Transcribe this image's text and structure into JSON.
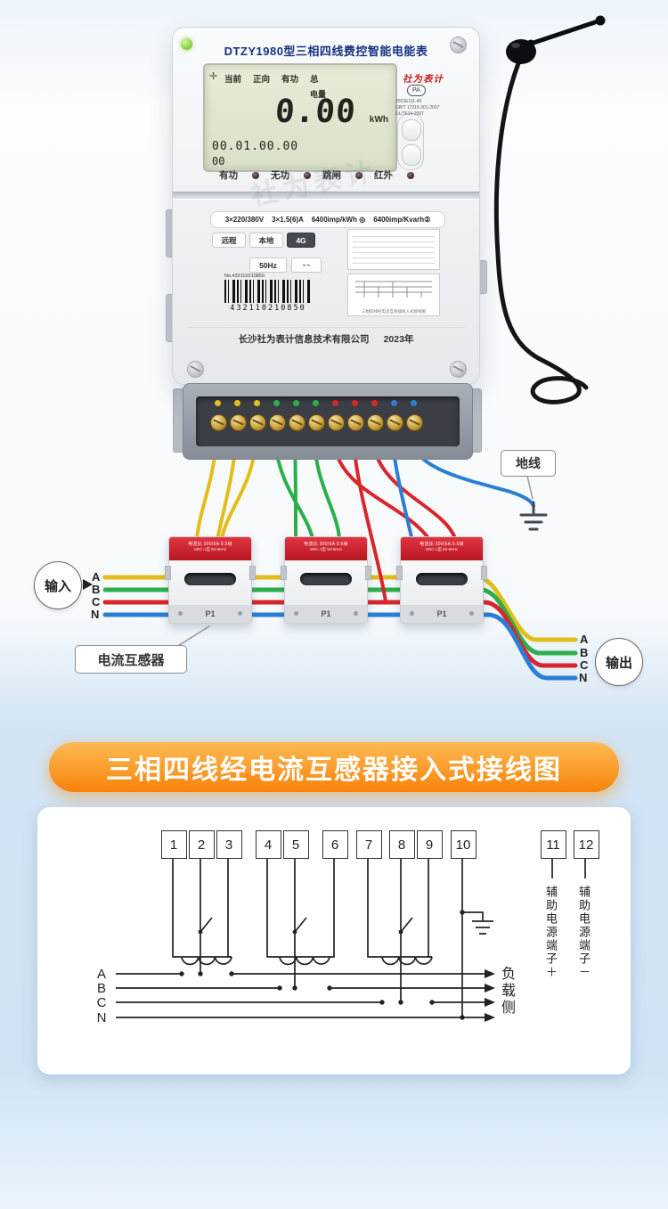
{
  "meter": {
    "title": "DTZY1980型三相四线费控智能电能表",
    "brand_red": "社为表计",
    "watermark": "社为表计",
    "lcd": {
      "status_labels": [
        "当前",
        "正向",
        "有功",
        "总"
      ],
      "energy_caption": "电量",
      "main_value": "0.00",
      "unit": "kWh",
      "date_value": "00.01.00.00",
      "sub_value": "00"
    },
    "cert": {
      "mark": "PA",
      "lines": [
        "2021E111-40",
        "GB/T 17215.301-2007",
        "DL/T614-2007"
      ]
    },
    "indicators": [
      "有功",
      "无功",
      "跳闸",
      "红外"
    ],
    "spec_items": [
      "3×220/380V",
      "3×1.5(6)A",
      "6400imp/kWh ◎",
      "6400imp/Kvarh②"
    ],
    "comm_badges": [
      "远程",
      "本地",
      "4G"
    ],
    "freq_label": "50Hz",
    "pulse_symbols": "⌁⌁",
    "barcode": {
      "no_label": "No.432110210850",
      "digits": "432110210850"
    },
    "mini_diagram_caption": "三相四线经电流互感器接入式接线图",
    "company": "长沙社为表计信息技术有限公司",
    "year": "2023年"
  },
  "wiring": {
    "ground_label": "地线",
    "input_label": "输入",
    "output_label": "输出",
    "ct_label": "电流互感器",
    "input_phases": [
      "A",
      "B",
      "C",
      "N"
    ],
    "output_phases": [
      "A",
      "B",
      "C",
      "N"
    ],
    "ct_unit": {
      "spec_line1": "电流比 300/5A  0.5级",
      "spec_line2": "SRC-1型  50-60Hz",
      "p1": "P1"
    }
  },
  "banner": {
    "title": "三相四线经电流互感器接入式接线图"
  },
  "schematic": {
    "terminals": [
      "1",
      "2",
      "3",
      "4",
      "5",
      "6",
      "7",
      "8",
      "9",
      "10"
    ],
    "aux_terminals": [
      "11",
      "12"
    ],
    "aux_label_plus": "辅助电源端子＋",
    "aux_label_minus": "辅助电源端子－",
    "phases": [
      "A",
      "B",
      "C",
      "N"
    ],
    "load_side": "负载侧"
  },
  "colors": {
    "phase_a": "#e3bd1b",
    "phase_b": "#2baf4a",
    "phase_c": "#d8262c",
    "neutral": "#2a7fd4",
    "banner_orange": "#f7820a",
    "ct_red": "#c6202c",
    "lcd_bg": "#dde5cf"
  }
}
